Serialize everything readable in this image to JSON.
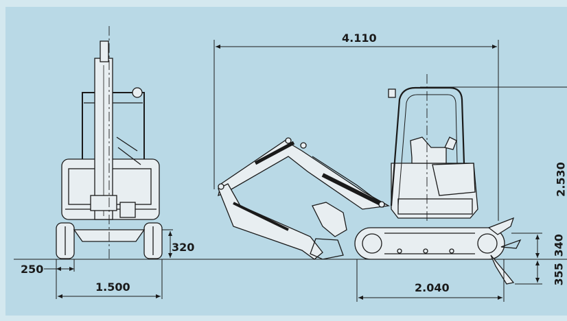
{
  "colors": {
    "outer_background": "#d4e8ef",
    "panel_background": "#b9d9e6",
    "line": "#1a1a1a",
    "machine_fill": "#e8eef1"
  },
  "front_view": {
    "width_label": "1.500",
    "track_width_label": "250",
    "ground_clearance_label": "320"
  },
  "side_view": {
    "overall_length_label": "4.110",
    "height_label": "2.530",
    "track_length_label": "2.040",
    "blade_lift_label": "340",
    "blade_drop_label": "355"
  }
}
